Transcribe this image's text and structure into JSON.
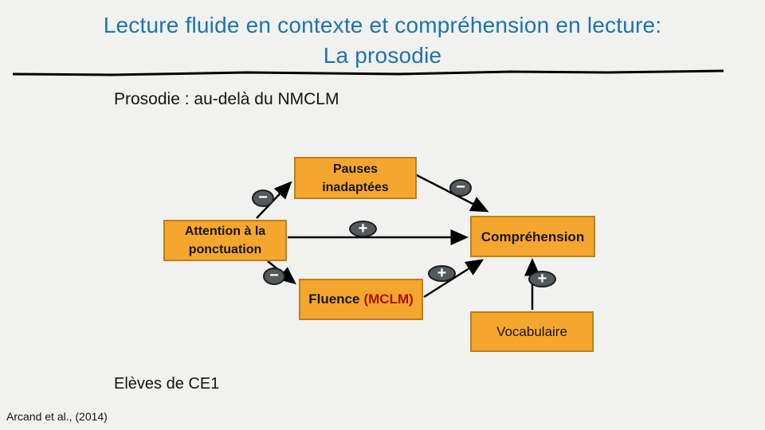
{
  "slide": {
    "title_line1": "Lecture fluide en contexte et compréhension en lecture:",
    "title_line2": "La prosodie",
    "subtitle": "Prosodie : au-delà du NMCLM",
    "footer_note": "Elèves de CE1",
    "citation": "Arcand et al., (2014)"
  },
  "colors": {
    "background": "#f1f1ef",
    "title_blue": "#1b74ae",
    "box_fill": "#f5a62f",
    "box_border": "#c07f17",
    "sign_fill": "#54595b",
    "mclm_red": "#9e150d",
    "arrow_black": "#000000"
  },
  "diagram": {
    "nodes": {
      "pauses": {
        "line1": "Pauses",
        "line2": "inadaptées"
      },
      "attention": {
        "line1": "Attention à la",
        "line2": "ponctuation"
      },
      "comprehension": {
        "label": "Compréhension"
      },
      "fluence": {
        "label_main": "Fluence",
        "label_paren": "(MCLM)"
      },
      "vocabulaire": {
        "label": "Vocabulaire"
      }
    },
    "signs": [
      {
        "id": "attention-to-pauses",
        "type": "minus",
        "symbol": "−"
      },
      {
        "id": "pauses-to-comprehension",
        "type": "minus",
        "symbol": "−"
      },
      {
        "id": "attention-to-comprehension",
        "type": "plus",
        "symbol": "+"
      },
      {
        "id": "attention-to-fluence",
        "type": "minus",
        "symbol": "−"
      },
      {
        "id": "fluence-to-comprehension",
        "type": "plus",
        "symbol": "+"
      },
      {
        "id": "vocabulaire-to-comprehension",
        "type": "plus",
        "symbol": "+"
      }
    ],
    "edges": [
      {
        "from": "Attention à la ponctuation",
        "to": "Pauses inadaptées",
        "sign": "−"
      },
      {
        "from": "Pauses inadaptées",
        "to": "Compréhension",
        "sign": "−"
      },
      {
        "from": "Attention à la ponctuation",
        "to": "Compréhension",
        "sign": "+"
      },
      {
        "from": "Attention à la ponctuation",
        "to": "Fluence (MCLM)",
        "sign": "−"
      },
      {
        "from": "Fluence (MCLM)",
        "to": "Compréhension",
        "sign": "+"
      },
      {
        "from": "Vocabulaire",
        "to": "Compréhension",
        "sign": "+"
      }
    ]
  }
}
